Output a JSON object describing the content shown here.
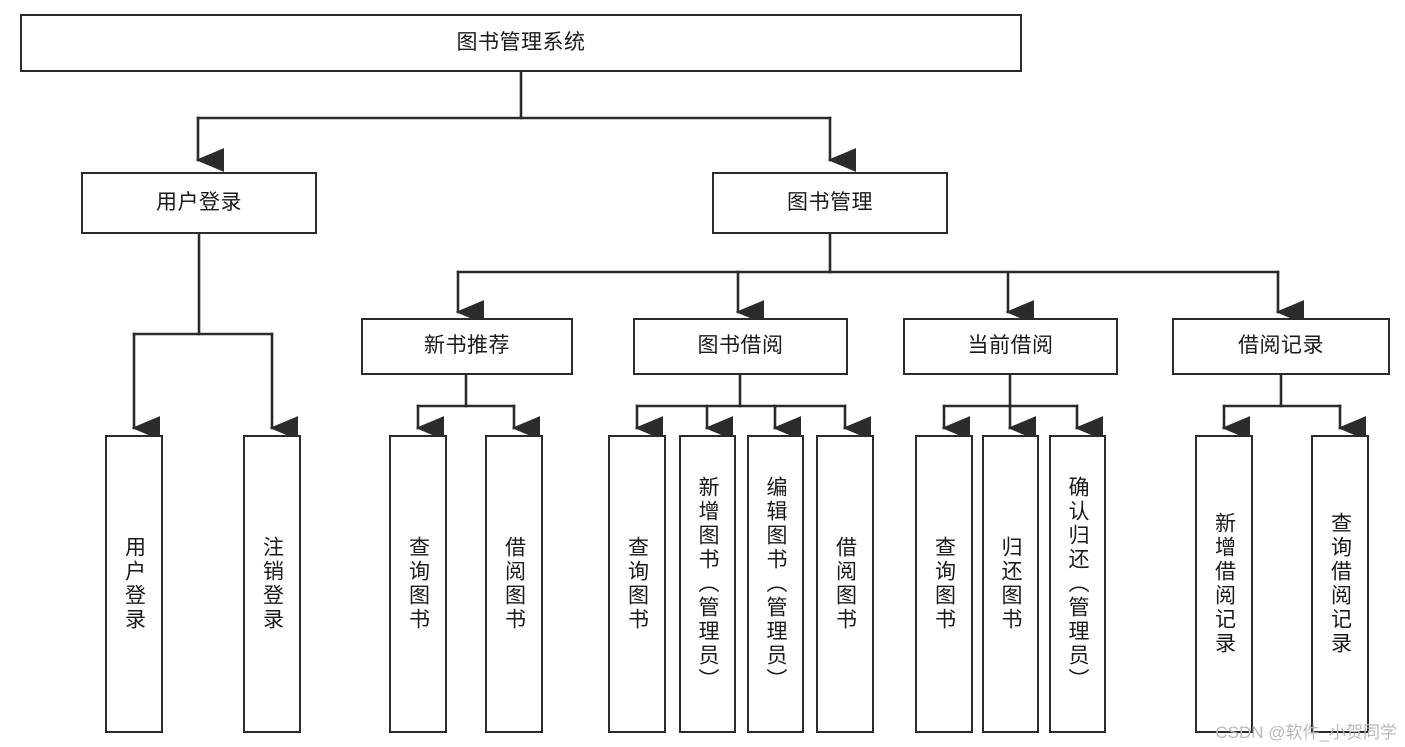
{
  "diagram": {
    "type": "hierarchy-tree",
    "title": "图书管理系统",
    "watermark": "CSDN @软件_小贺同学",
    "colors": {
      "node_border": "#2b2b2b",
      "node_fill": "#ffffff",
      "edge": "#2b2b2b",
      "background": "#ffffff",
      "watermark": "#b9b9b9"
    },
    "levels": [
      {
        "level": 1,
        "nodes": [
          {
            "id": "root",
            "label": "图书管理系统",
            "orientation": "horizontal"
          }
        ]
      },
      {
        "level": 2,
        "nodes": [
          {
            "id": "user-login",
            "label": "用户登录",
            "orientation": "horizontal",
            "parent": "root"
          },
          {
            "id": "book-manage",
            "label": "图书管理",
            "orientation": "horizontal",
            "parent": "root"
          }
        ]
      },
      {
        "level": 3,
        "nodes": [
          {
            "id": "new-book-rec",
            "label": "新书推荐",
            "orientation": "horizontal",
            "parent": "book-manage"
          },
          {
            "id": "book-borrow",
            "label": "图书借阅",
            "orientation": "horizontal",
            "parent": "book-manage"
          },
          {
            "id": "current-borrow",
            "label": "当前借阅",
            "orientation": "horizontal",
            "parent": "book-manage"
          },
          {
            "id": "borrow-record",
            "label": "借阅记录",
            "orientation": "horizontal",
            "parent": "book-manage"
          }
        ]
      },
      {
        "level": 4,
        "nodes": [
          {
            "id": "leaf-user-login",
            "label": "用户登录",
            "orientation": "vertical",
            "parent": "user-login"
          },
          {
            "id": "leaf-logout",
            "label": "注销登录",
            "orientation": "vertical",
            "parent": "user-login"
          },
          {
            "id": "leaf-rec-query",
            "label": "查询图书",
            "orientation": "vertical",
            "parent": "new-book-rec"
          },
          {
            "id": "leaf-rec-borrow",
            "label": "借阅图书",
            "orientation": "vertical",
            "parent": "new-book-rec"
          },
          {
            "id": "leaf-borrow-query",
            "label": "查询图书",
            "orientation": "vertical",
            "parent": "book-borrow"
          },
          {
            "id": "leaf-add-book",
            "label": "新增图书（管理员）",
            "orientation": "vertical",
            "parent": "book-borrow"
          },
          {
            "id": "leaf-edit-book",
            "label": "编辑图书（管理员）",
            "orientation": "vertical",
            "parent": "book-borrow"
          },
          {
            "id": "leaf-borrow-book",
            "label": "借阅图书",
            "orientation": "vertical",
            "parent": "book-borrow"
          },
          {
            "id": "leaf-cur-query",
            "label": "查询图书",
            "orientation": "vertical",
            "parent": "current-borrow"
          },
          {
            "id": "leaf-return-book",
            "label": "归还图书",
            "orientation": "vertical",
            "parent": "current-borrow"
          },
          {
            "id": "leaf-confirm-return",
            "label": "确认归还（管理员）",
            "orientation": "vertical",
            "parent": "current-borrow"
          },
          {
            "id": "leaf-add-record",
            "label": "新增借阅记录",
            "orientation": "vertical",
            "parent": "borrow-record"
          },
          {
            "id": "leaf-query-record",
            "label": "查询借阅记录",
            "orientation": "vertical",
            "parent": "borrow-record"
          }
        ]
      }
    ]
  }
}
